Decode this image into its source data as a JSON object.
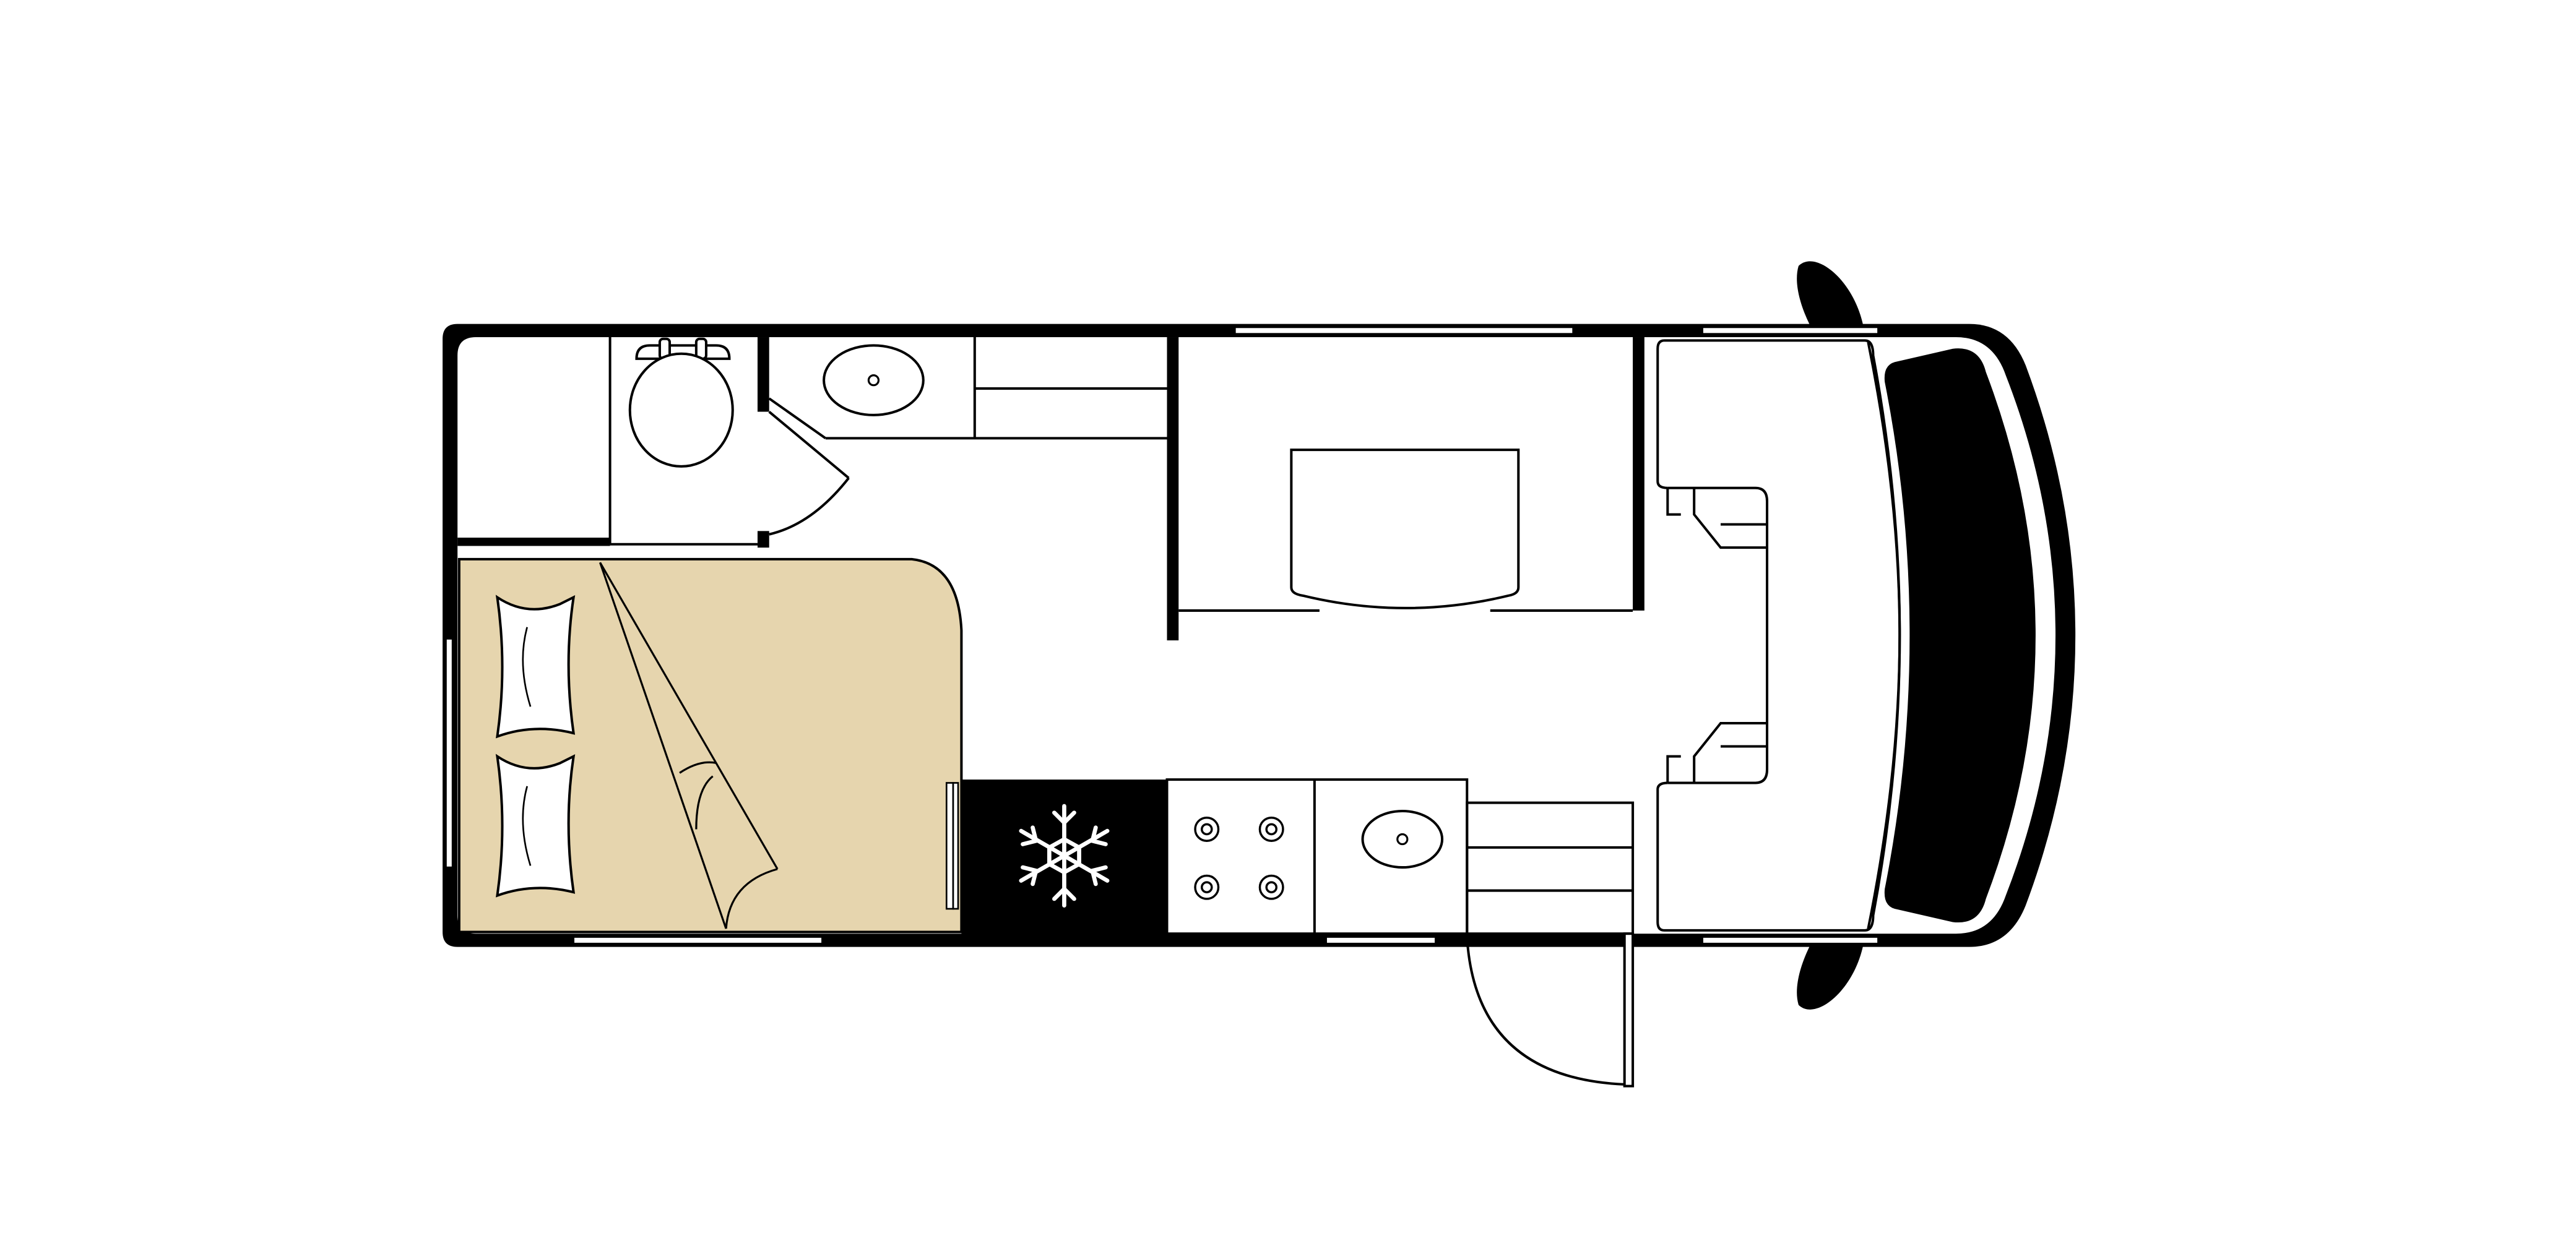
{
  "colors": {
    "background": "#ffffff",
    "wall": "#000000",
    "bed": "#e6d5ae",
    "fixture_fill": "#ffffff",
    "line": "#000000"
  },
  "icons": {
    "fridge": "snowflake-icon",
    "hob": "burner-icon",
    "pillow": "pillow-icon",
    "toilet": "toilet-icon",
    "sink": "sink-icon"
  },
  "layout_elements": {
    "bedroom": "double-bed",
    "bathroom": [
      "toilet",
      "washbasin",
      "corner-door"
    ],
    "kitchen": [
      "fridge",
      "four-burner-hob",
      "sink",
      "drawer-unit"
    ],
    "lounge": [
      "table",
      "bench-seats"
    ],
    "cab": [
      "swivel-seats",
      "windscreen",
      "side-mirrors"
    ],
    "entry": "side-door"
  }
}
